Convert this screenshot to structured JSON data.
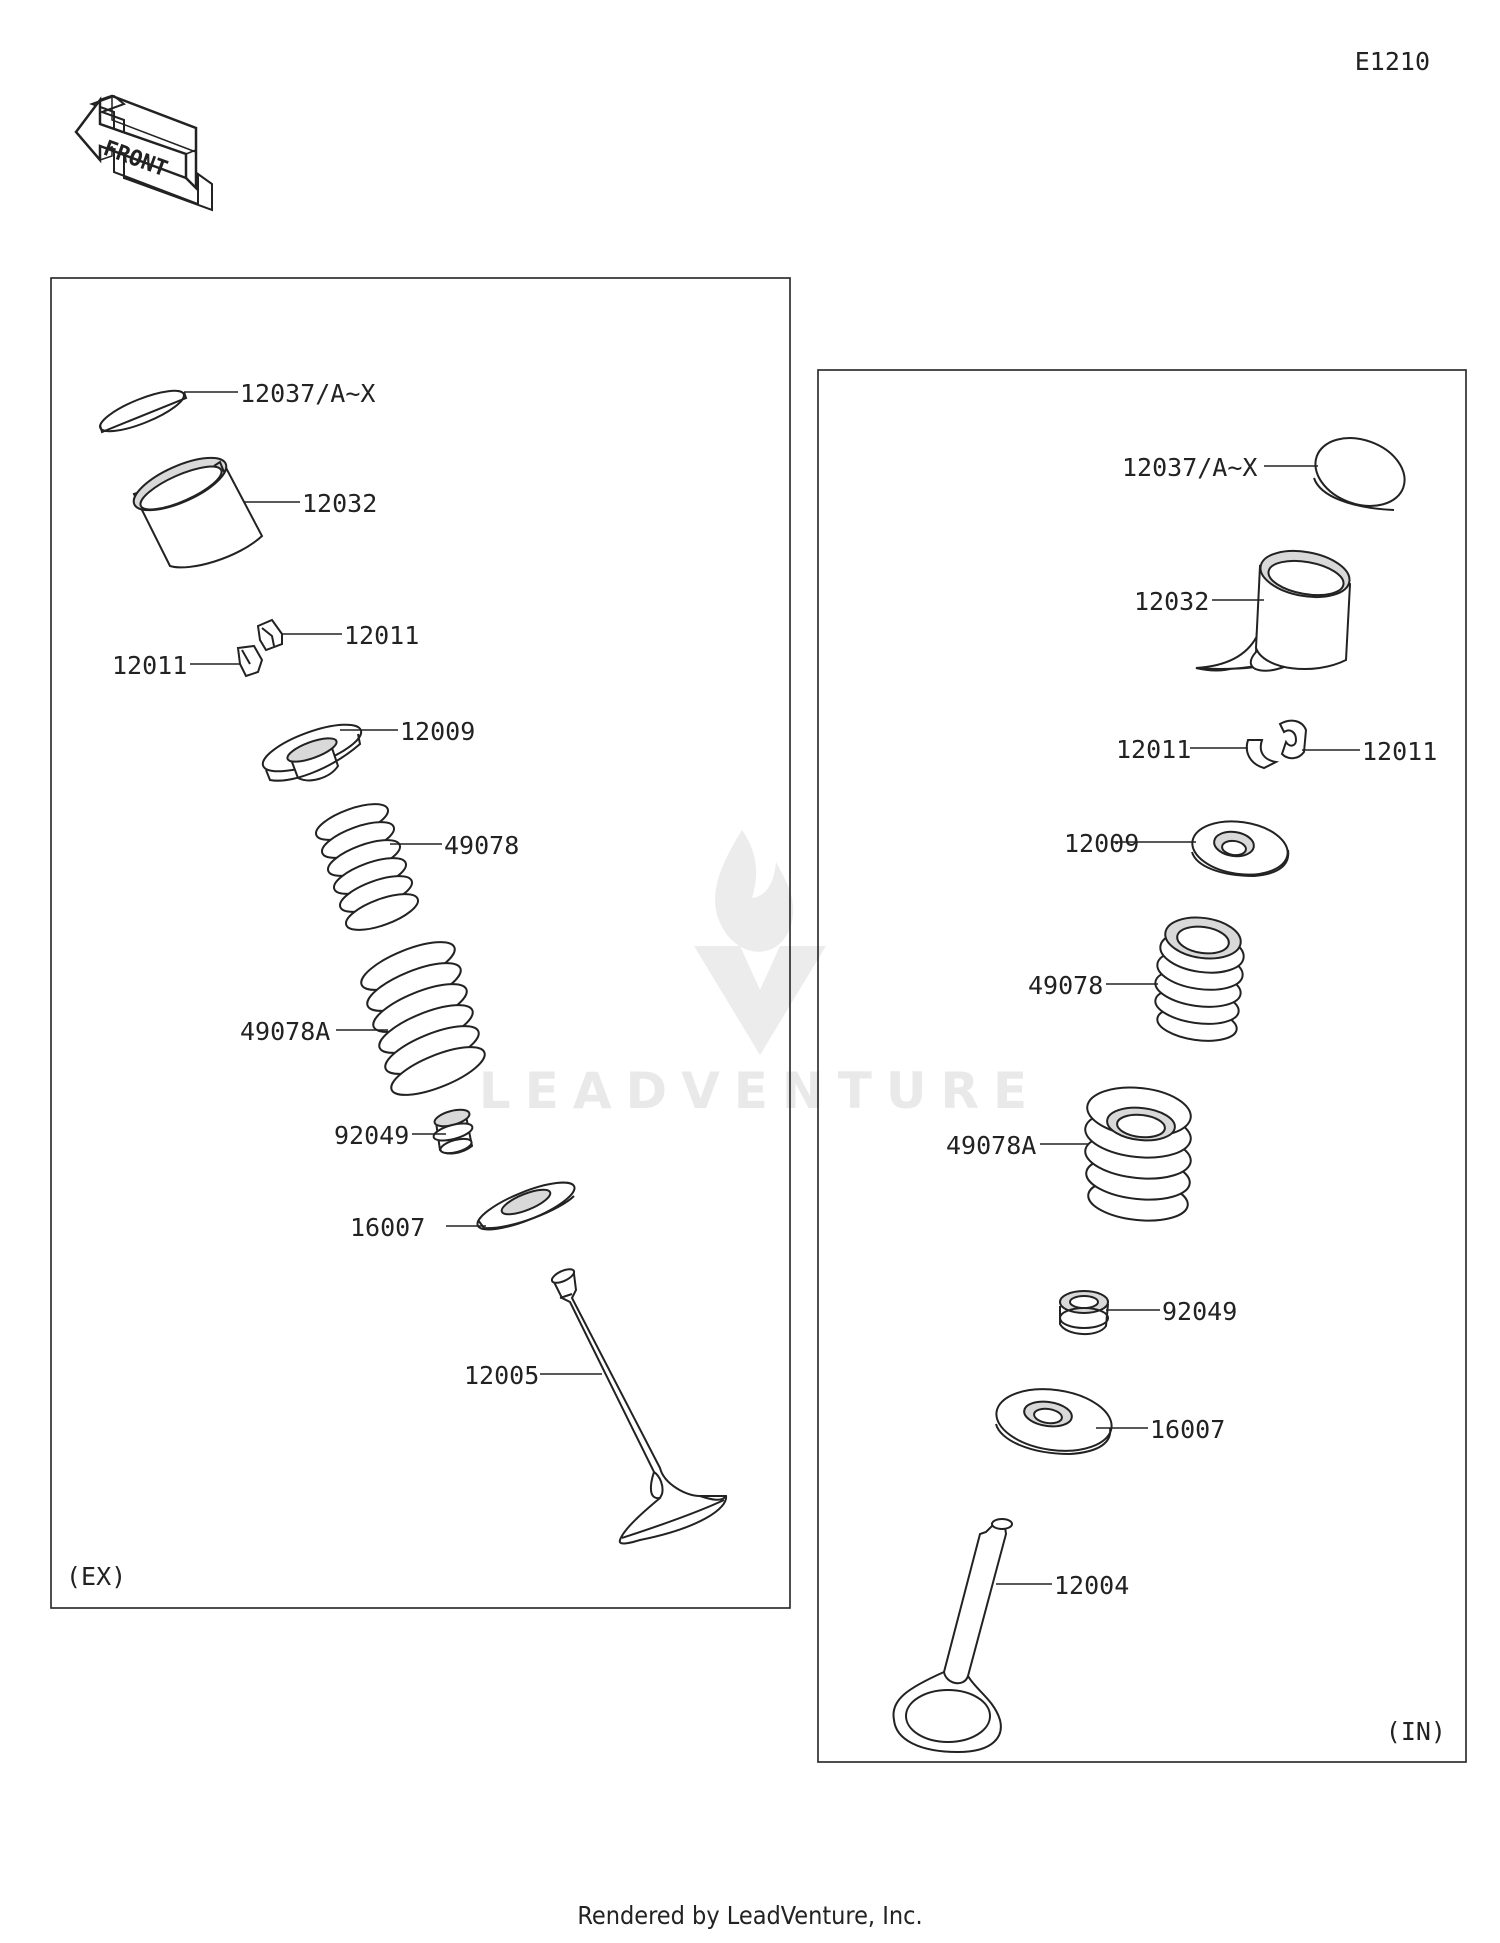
{
  "diagram_code": "E1210",
  "front_label": "FRONT",
  "exhaust_panel": {
    "tag": "(EX)",
    "callouts": {
      "shim": "12037/A~X",
      "tappet": "12032",
      "cotter_right": "12011",
      "cotter_left": "12011",
      "retainer": "12009",
      "inner_spring": "49078",
      "outer_spring": "49078A",
      "stem_seal": "92049",
      "spring_seat": "16007",
      "valve": "12005"
    }
  },
  "intake_panel": {
    "tag": "(IN)",
    "callouts": {
      "shim": "12037/A~X",
      "tappet": "12032",
      "cotter_left": "12011",
      "cotter_right": "12011",
      "retainer": "12009",
      "inner_spring": "49078",
      "outer_spring": "49078A",
      "stem_seal": "92049",
      "spring_seat": "16007",
      "valve": "12004"
    }
  },
  "watermark": "LEADVENTURE",
  "footer": "Rendered by LeadVenture, Inc."
}
